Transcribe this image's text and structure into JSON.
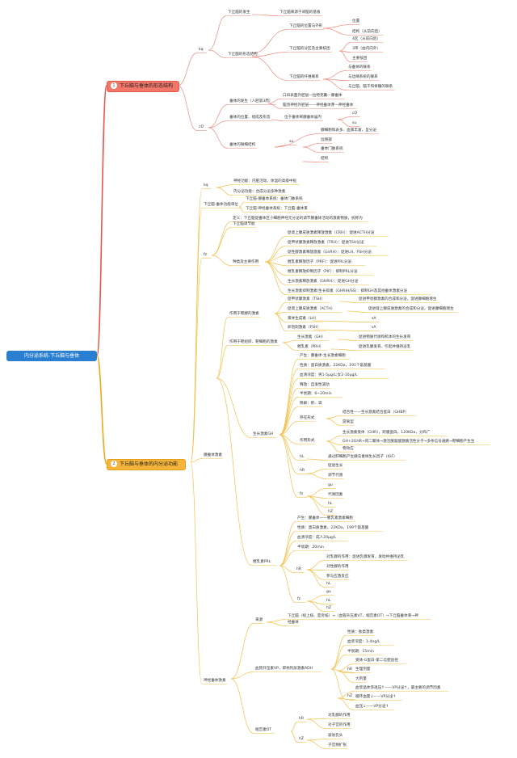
{
  "root": "内分泌系统-下丘脑与垂体",
  "branches": [
    {
      "num": "1",
      "label": "下丘脑与垂体的形态结构",
      "color": "#e8574b"
    },
    {
      "num": "2",
      "label": "下丘脑与垂体的内分泌功能",
      "color": "#f0a81e"
    }
  ],
  "nodes": [
    "kq",
    "cO",
    "下丘脑的发生",
    "下丘脑来源于间脑的基板",
    "下丘脑的位置与外形",
    "位置",
    "结构（从前向后）",
    "下丘脑的形态结构",
    "下丘脑的分区及主要核团",
    "4区（从前向后）",
    "3带（由内向外）",
    "主要核团",
    "下丘脑的纤维联系",
    "与垂体的联系",
    "与边缘系统的联系",
    "与丘脑、脑干和脊髓的联系",
    "垂体的发生（人胚第3周）",
    "口凹表面外胚层—拉特克囊—腺垂体",
    "脑泡神经外胚层——神经垂体芽—神经垂体",
    "垂体的位置、组成及形态",
    "位于垂体窝腺垂体居内",
    "cO",
    "su",
    "垂体的微细结构",
    "腺细胞和表多、血窦丰富，呈分泌",
    "远侧部",
    "垂体门脉系统",
    "su",
    "结构",
    "kq",
    "神经功能：内脏活动、体温的高级中枢",
    "内分泌功能：合成分泌多种激素",
    "下丘脑-垂体功能单位",
    "下丘脑-腺垂体系统：垂体门脉系统",
    "下丘脑-神经垂体系统：下丘脑-垂体束",
    "定义：下丘脑促垂体区小细胞神经元分泌的调节腺垂体活动的激素物质，统称为",
    "下丘脑调节肽",
    "fz",
    "促肾上腺皮质激素释放激素（CRH）：促进ACTH分泌",
    "促甲状腺激素释放激素（TRH）：促进TSH分泌",
    "促性腺激素释放激素（GnRH）：促进LH、FSH分泌",
    "催乳素释放因子（PRF）：促进PRL分泌",
    "催乳素释放抑制因子（PIF）：抑制PRL分泌",
    "生长激素释放激素（GHRH）：促进GH分泌",
    "种类及主要作用",
    "生长激素抑制激素/生长抑素（GHRIH/SS）：抑制GH及其他垂体激素分泌",
    "促甲状腺激素（TSH）",
    "促进甲状腺激素的合成和分泌，促进腺细胞增生",
    "作用于靶腺的激素",
    "促肾上腺皮质激素（ACTH）",
    "促进肾上腺皮质激素的合成和分泌，促进腺细胞增生",
    "黄体生成素（LH）",
    "sA",
    "卵泡刺激素（FSH）",
    "sA",
    "生长激素（GH）",
    "促进物质代谢和机体的生长发育",
    "作用于靶组织、靶细胞的激素",
    "催乳素（PRH）",
    "促进乳腺发育、引起并维持泌乳",
    "产生：腺垂体-生长激素细胞",
    "性质：蛋白质激素，22KDa，191个氨基酸",
    "血清浓度：男1-5μg/L;女2-10μg/L",
    "释放：自发性波动",
    "半衰期：6~20min",
    "降解：肝、肾",
    "结合性——生长激素结合蛋白（GHBP）",
    "存在形式",
    "游离型",
    "生长激素受体（GHR），跨膜蛋白，120KDa，分布广",
    "生长激素GH",
    "作用形式",
    "GH+2GHR→同二聚体→激活酪氨酸激酶活性分子→多条信号通路→靶细胞产生生",
    "物效应",
    "腺垂体激素",
    "hL",
    "通过肝细胞产生胰岛素样生长因子（IGF）",
    "hR",
    "促进生长",
    "调节代谢",
    "fz",
    "gu",
    "代谢因素",
    "hL",
    "hZ",
    "产生：腺垂体——催乳素激素细胞",
    "性质：蛋白质激素，22KDa，199个氨基酸",
    "血清浓度：成人20μg/L",
    "半衰期：20min",
    "对乳腺的作用：促进乳腺发育，发动并维持泌乳",
    "对性腺的作用",
    "参与应激反应",
    "hL",
    "催乳素PRL",
    "hR",
    "fz",
    "gu",
    "hL",
    "hZ",
    "来源",
    "下丘脑（视上核、室旁核）→（血管升压素VT、缩宫素OT）→下丘脑垂体束→神",
    "经垂体",
    "性质：肽类激素",
    "血浆浓度：1-4ng/L",
    "半衰期：15min",
    "血管升压素VP，即抗利尿激素ADH",
    "受体-G蛋白-第二信使途径",
    "生理剂量",
    "大剂量",
    "hR",
    "hZ",
    "血浆晶体渗透压↑——VP分泌↑，最主要的调节因素",
    "循环血量↓——VP分泌↑",
    "血压↓——VP分泌↑",
    "神经垂体激素",
    "hR",
    "对乳腺的作用",
    "对子宫的作用",
    "缩宫素OT",
    "hZ",
    "吸吮乳头",
    "子宫颈扩张"
  ],
  "colors": {
    "root": "#2a7fd0",
    "branch1": "#e8574b",
    "branch2": "#f0a81e",
    "line1": "#f08c82",
    "line2": "#f4c24e"
  }
}
